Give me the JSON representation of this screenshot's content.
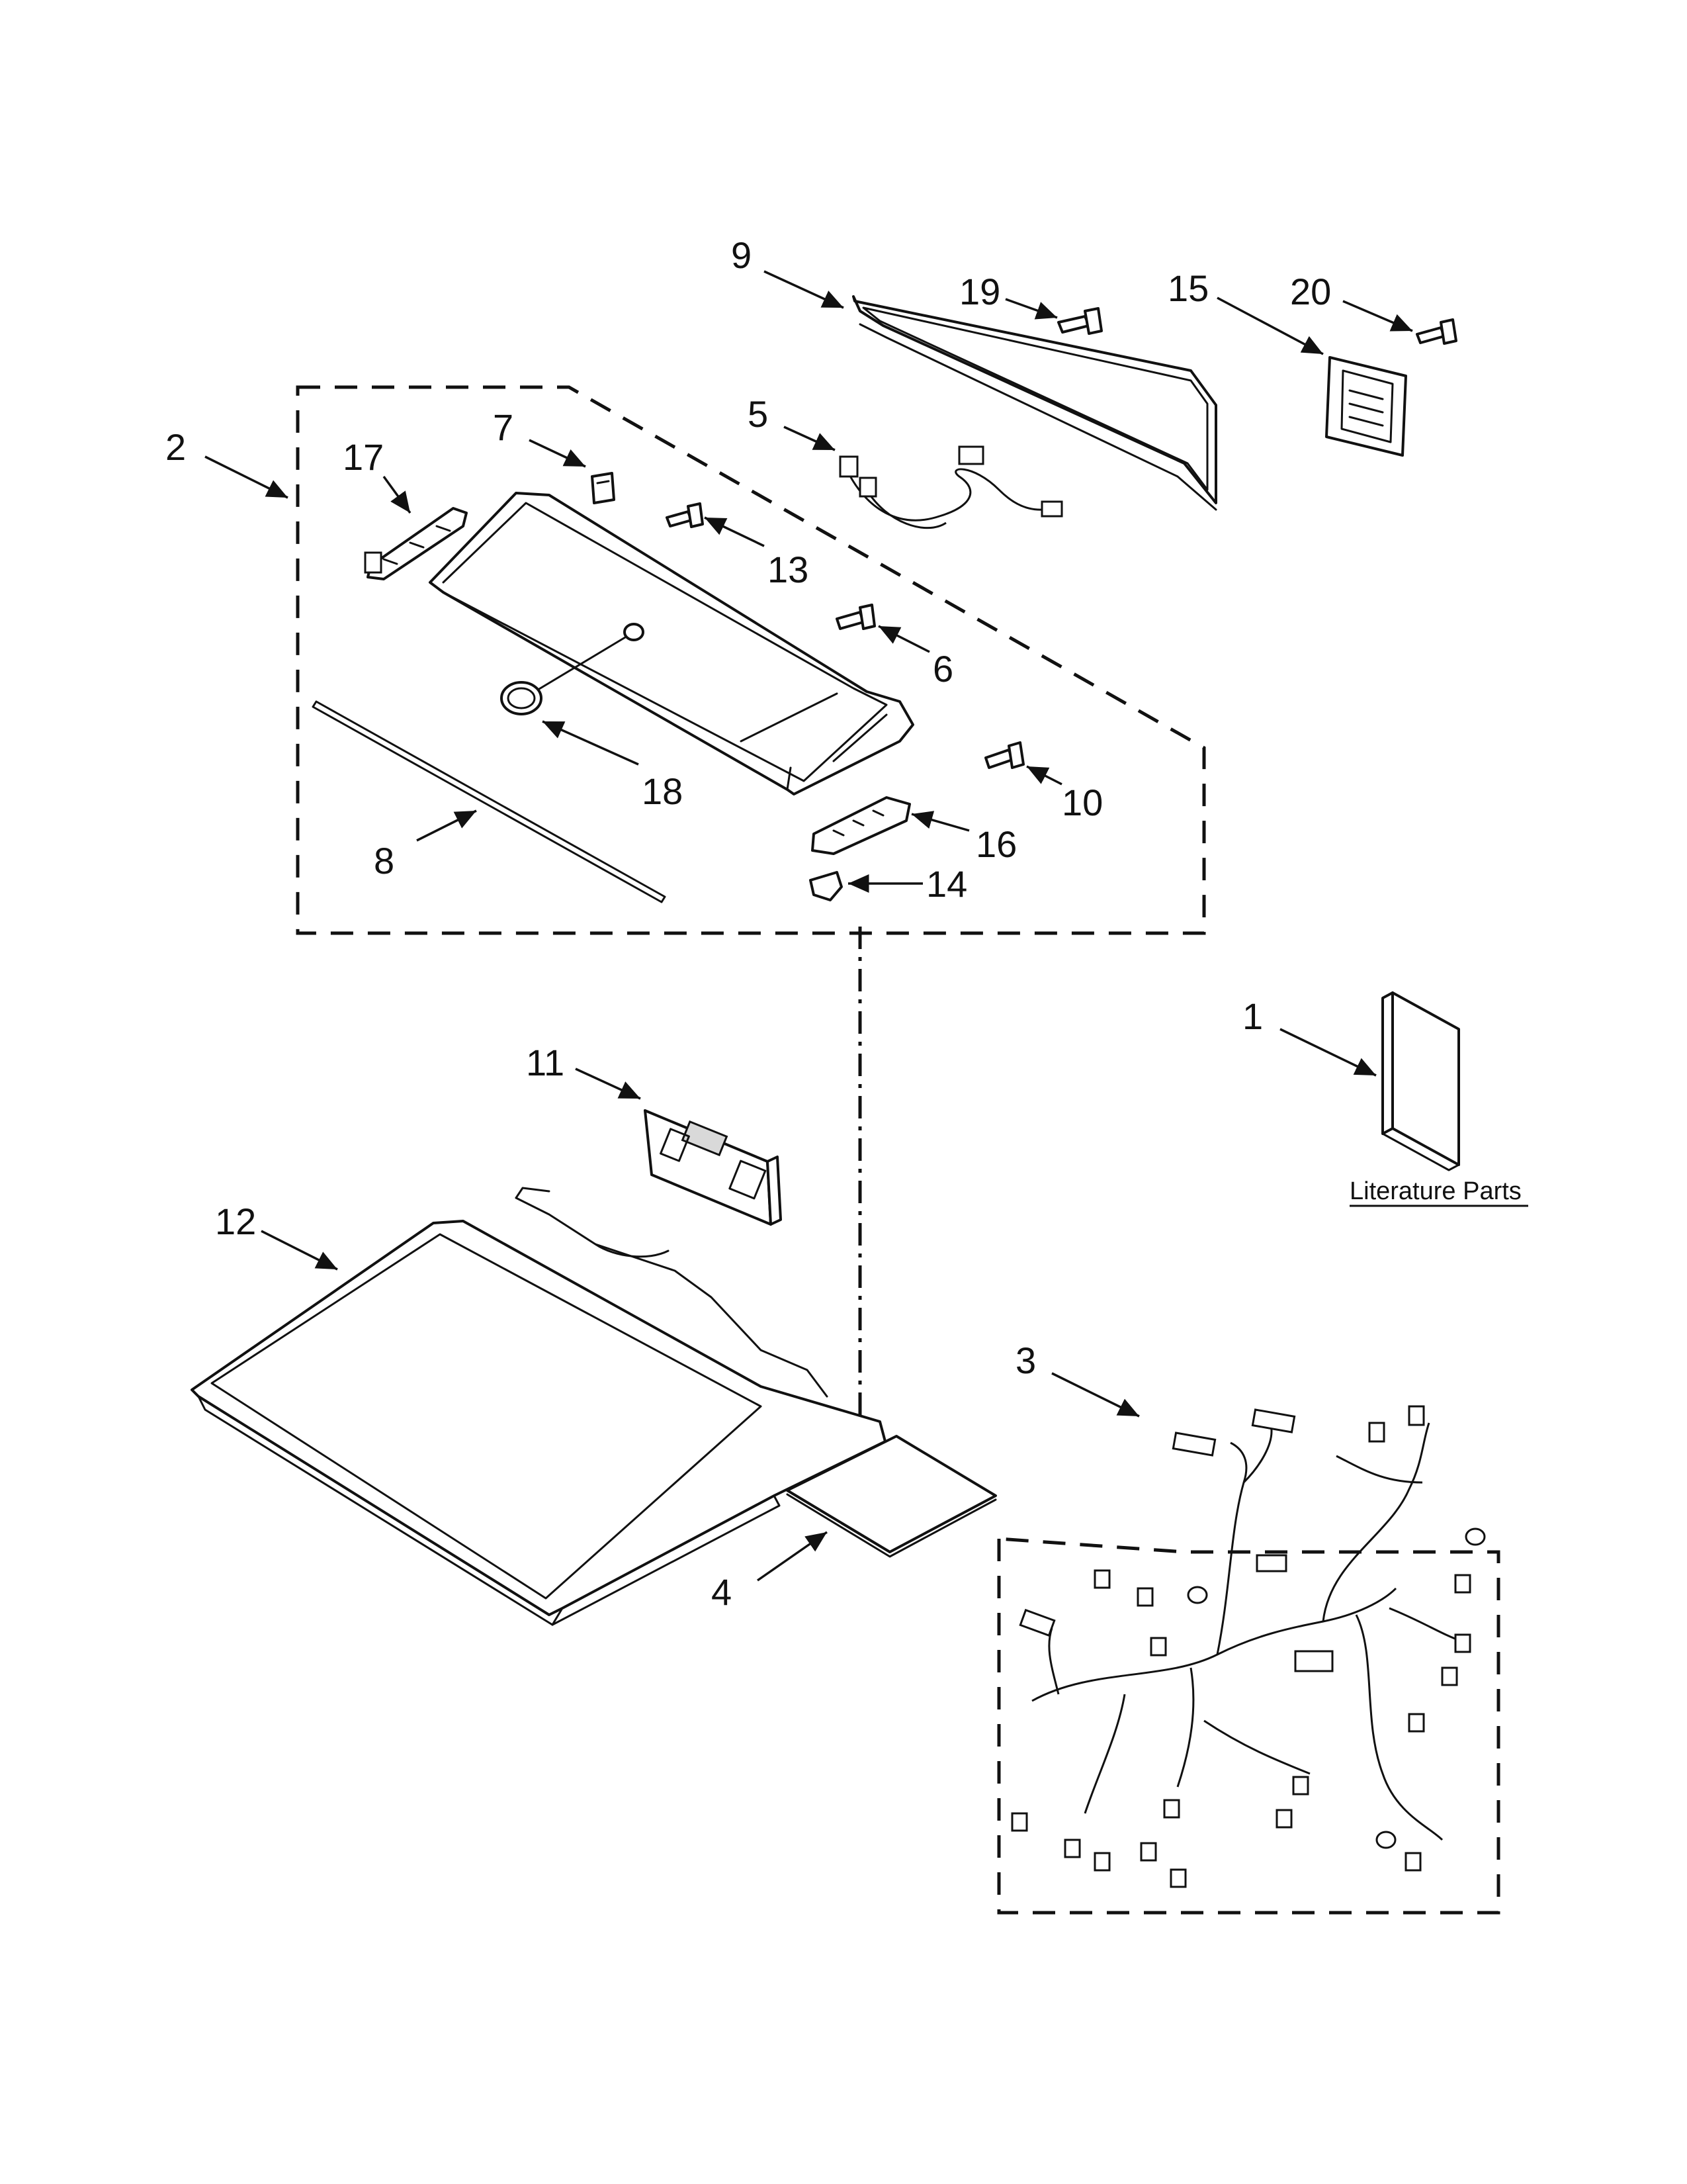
{
  "callouts": {
    "c1": "1",
    "c2": "2",
    "c3": "3",
    "c4": "4",
    "c5": "5",
    "c6": "6",
    "c7": "7",
    "c8": "8",
    "c9": "9",
    "c10": "10",
    "c11": "11",
    "c12": "12",
    "c13": "13",
    "c14": "14",
    "c15": "15",
    "c16": "16",
    "c17": "17",
    "c18": "18",
    "c19": "19",
    "c20": "20"
  },
  "literature_label": "Literature Parts"
}
